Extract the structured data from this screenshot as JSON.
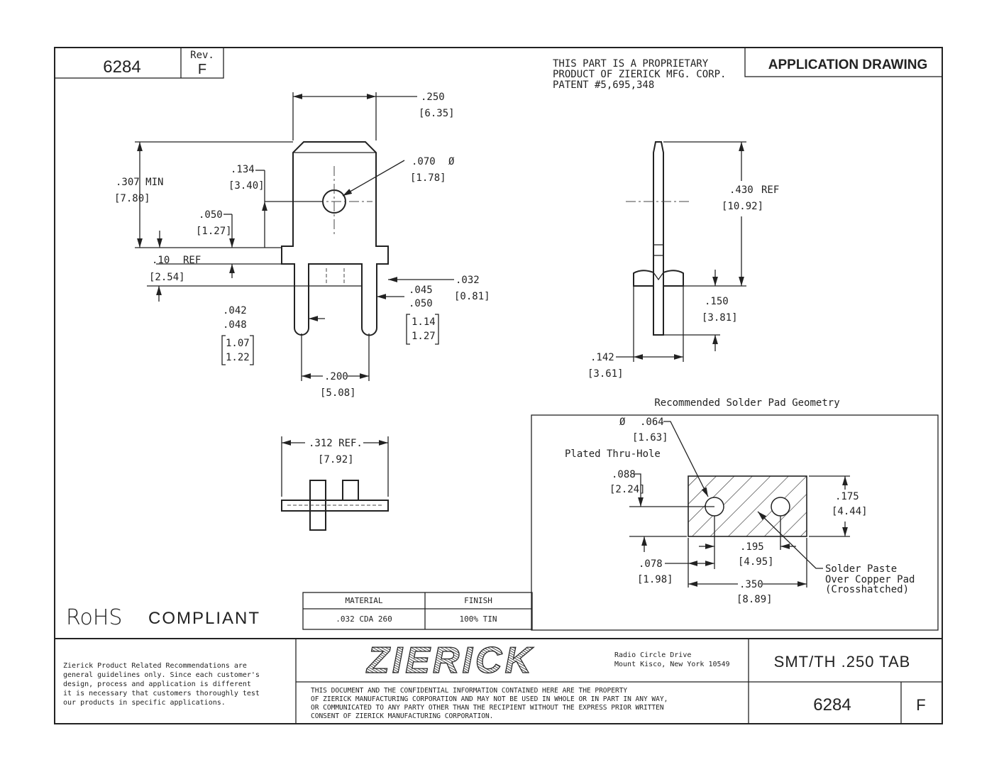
{
  "header": {
    "part_number": "6284",
    "rev_label": "Rev.",
    "rev_value": "F",
    "proprietary": [
      "THIS PART IS A PROPRIETARY",
      "PRODUCT OF ZIERICK MFG. CORP.",
      "PATENT #5,695,348"
    ],
    "doc_type": "APPLICATION DRAWING"
  },
  "front_view": {
    "width_in": ".250",
    "width_mm": "[6.35]",
    "height_in": ".307 MIN",
    "height_mm": "[7.80]",
    "hole_pos_in": ".134",
    "hole_pos_mm": "[3.40]",
    "hole_dia_in": ".070",
    "hole_dia_sym": "Ø",
    "hole_dia_mm": "[1.78]",
    "flange_in": ".050",
    "flange_mm": "[1.27]",
    "ref_in": ".10",
    "ref_label": "REF",
    "ref_mm": "[2.54]",
    "thick_in": ".032",
    "thick_mm": "[0.81]",
    "slot_in_a": ".045",
    "slot_in_b": ".050",
    "slot_mm_a": "1.14",
    "slot_mm_b": "1.27",
    "leg_in_a": ".042",
    "leg_in_b": ".048",
    "leg_mm_a": "1.07",
    "leg_mm_b": "1.22",
    "pitch_in": ".200",
    "pitch_mm": "[5.08]"
  },
  "side_view": {
    "height_in": ".430",
    "height_ref": "REF",
    "height_mm": "[10.92]",
    "lead_in": ".150",
    "lead_mm": "[3.81]",
    "width_in": ".142",
    "width_mm": "[3.61]"
  },
  "bottom_view": {
    "width_in": ".312 REF.",
    "width_mm": "[7.92]"
  },
  "solder_pad": {
    "title": "Recommended Solder Pad Geometry",
    "hole_sym": "Ø",
    "hole_in": ".064",
    "hole_mm": "[1.63]",
    "hole_label": "Plated Thru-Hole",
    "offset_in": ".088",
    "offset_mm": "[2.24]",
    "height_in": ".175",
    "height_mm": "[4.44]",
    "pitch_in": ".195",
    "pitch_mm": "[4.95]",
    "edge_in": ".078",
    "edge_mm": "[1.98]",
    "width_in": ".350",
    "width_mm": "[8.89]",
    "paste_label": [
      "Solder Paste",
      "Over Copper Pad",
      "(Crosshatched)"
    ]
  },
  "rohs": {
    "a": "RoHS",
    "b": "COMPLIANT"
  },
  "material_table": {
    "headers": [
      "MATERIAL",
      "FINISH"
    ],
    "values": [
      ".032 CDA 260",
      "100% TIN"
    ]
  },
  "title_block": {
    "disclaimer": [
      "Zierick Product Related Recommendations are",
      "general guidelines only. Since each customer's",
      "design, process and application is different",
      " it is necessary that customers thoroughly test",
      "our products in specific applications."
    ],
    "logo": "ZIERICK",
    "address": [
      "Radio Circle Drive",
      "Mount Kisco, New York 10549"
    ],
    "confidential": [
      "THIS DOCUMENT AND THE CONFIDENTIAL INFORMATION CONTAINED HERE ARE THE PROPERTY",
      "OF ZIERICK MANUFACTURING CORPORATION AND MAY NOT BE USED IN WHOLE OR IN PART IN ANY WAY,",
      "OR COMMUNICATED TO ANY PARTY OTHER THAN THE RECIPIENT WITHOUT THE EXPRESS PRIOR WRITTEN",
      "CONSENT OF ZIERICK MANUFACTURING CORPORATION."
    ],
    "description": "SMT/TH .250 TAB",
    "part_number": "6284",
    "rev": "F"
  }
}
